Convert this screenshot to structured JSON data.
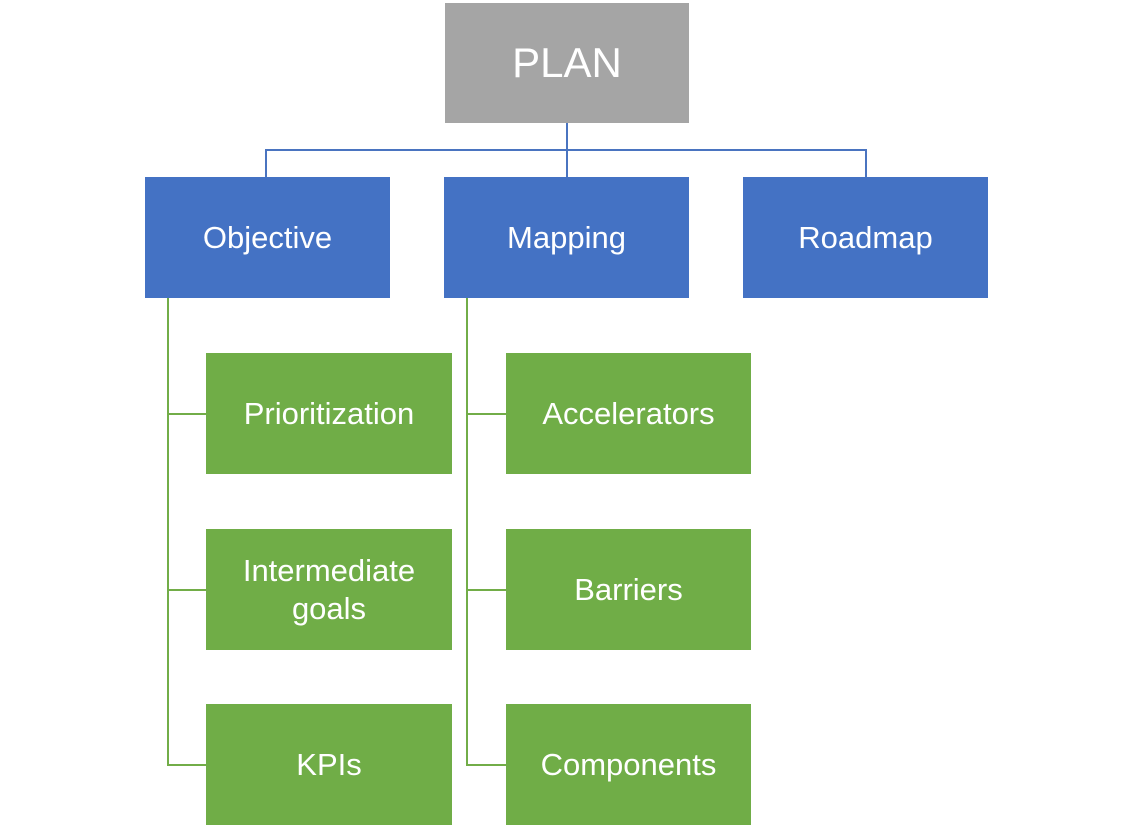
{
  "diagram": {
    "root": {
      "label": "PLAN",
      "color": "#a5a5a5"
    },
    "branches": [
      {
        "label": "Objective",
        "color": "#4472c4",
        "children": [
          {
            "label": "Prioritization",
            "color": "#70ad47"
          },
          {
            "label": "Intermediate goals",
            "color": "#70ad47"
          },
          {
            "label": "KPIs",
            "color": "#70ad47"
          }
        ]
      },
      {
        "label": "Mapping",
        "color": "#4472c4",
        "children": [
          {
            "label": "Accelerators",
            "color": "#70ad47"
          },
          {
            "label": "Barriers",
            "color": "#70ad47"
          },
          {
            "label": "Components",
            "color": "#70ad47"
          }
        ]
      },
      {
        "label": "Roadmap",
        "color": "#4472c4",
        "children": []
      }
    ]
  }
}
